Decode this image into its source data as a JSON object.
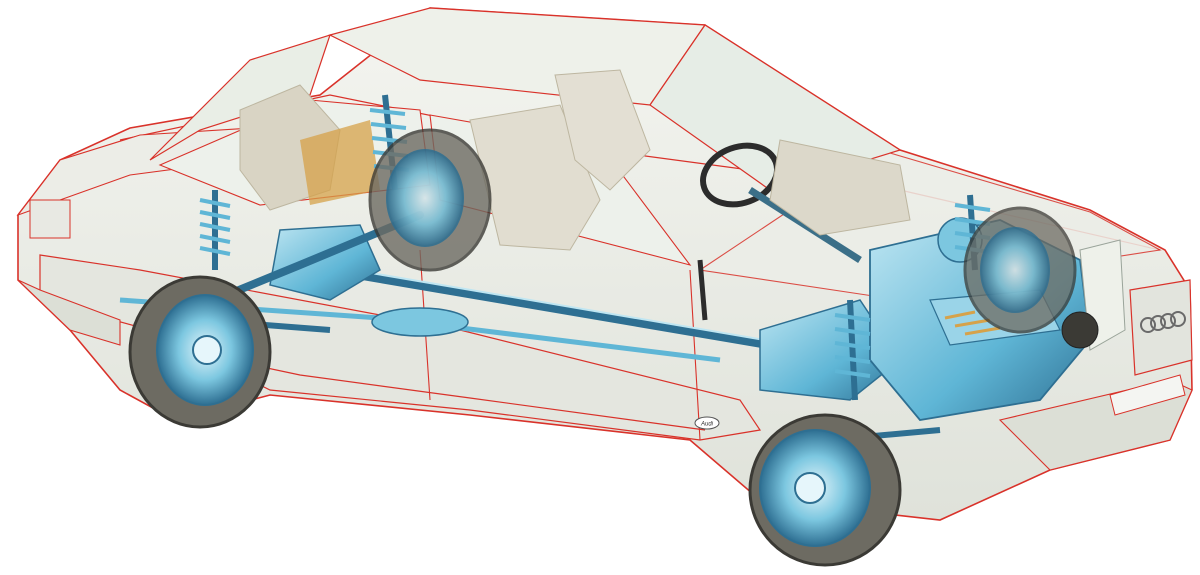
{
  "illustration": {
    "subject": "sedan-cutaway",
    "style": "phantom-view",
    "colors": {
      "background": "#ffffff",
      "outline": "#d9322a",
      "body_tint": "#eef0ea",
      "glass_tint": "#e9eee6",
      "mechanical": "#5fb6d6",
      "mechanical_dark": "#2e6f92",
      "mechanical_light": "#bfe6f2",
      "tire": "#6d6b62",
      "tire_dark": "#3b3a35",
      "interior": "#d9d4c4",
      "accent_ochre": "#d6a24a"
    },
    "badge": {
      "text": "Audi"
    }
  }
}
